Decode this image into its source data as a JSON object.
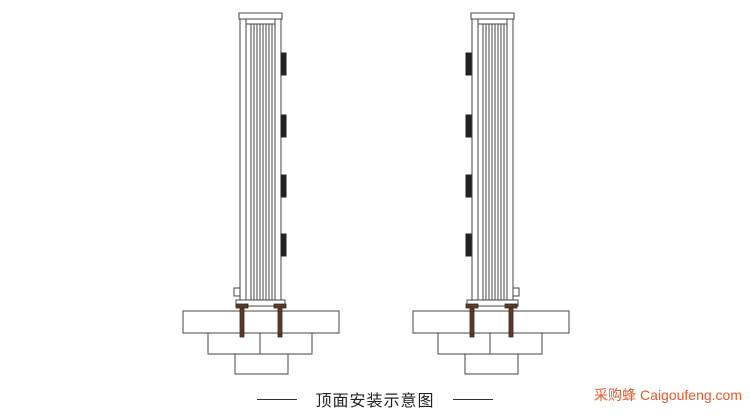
{
  "caption": {
    "text": "顶面安装示意图"
  },
  "watermark": {
    "brand": "采购蜂",
    "site": "Caigoufeng.com"
  },
  "colors": {
    "line": "#333333",
    "bolt": "#5a3a2a",
    "watermark": "#e55a2a"
  }
}
